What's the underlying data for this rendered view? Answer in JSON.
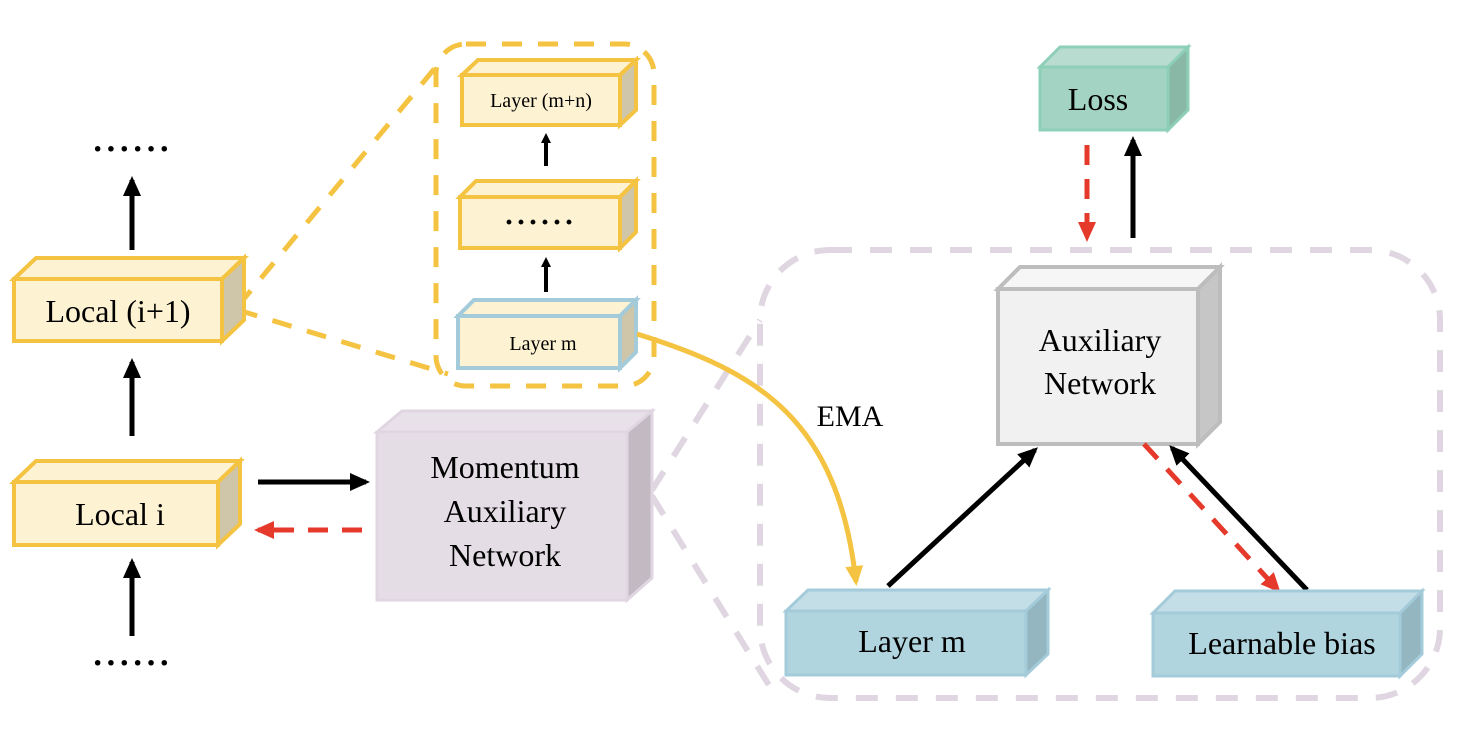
{
  "diagram": {
    "colors": {
      "local_fill": "#fdf2d2",
      "local_stroke": "#f5c342",
      "local_side": "#cfc5a8",
      "blue_fill": "#b0d5df",
      "blue_top": "#c3dee7",
      "blue_side": "#93b6c0",
      "blue_stroke": "#a3cbd9",
      "purple_fill": "#e5dde6",
      "purple_side": "#c2b9c3",
      "purple_stroke": "#e0d6e2",
      "loss_fill": "#a3d4c3",
      "loss_top": "#b8ddd0",
      "loss_side": "#89b8a6",
      "loss_stroke": "#8ecfb8",
      "aux_fill": "#f1f1f1",
      "aux_side": "#c6c6c6",
      "aux_stroke": "#bdbdbd",
      "forward_arrow": "#000000",
      "backward_arrow": "#e53a2b",
      "ema_arrow": "#f5c342",
      "dashed_region": "#e0d6e2",
      "zoom_region": "#f5c342"
    },
    "left_stack": {
      "dots_top": "······",
      "local_next": "Local (i+1)",
      "local_current": "Local i",
      "dots_bottom": "······"
    },
    "zoom_stack": {
      "top_layer": "Layer (m+n)",
      "middle_layer": "······",
      "bottom_layer": "Layer m"
    },
    "momentum_block": {
      "line1": "Momentum",
      "line2": "Auxiliary",
      "line3": "Network"
    },
    "ema_label": "EMA",
    "right_region": {
      "loss": "Loss",
      "aux_line1": "Auxiliary",
      "aux_line2": "Network",
      "layer_m": "Layer m",
      "learnable_bias": "Learnable bias"
    }
  }
}
